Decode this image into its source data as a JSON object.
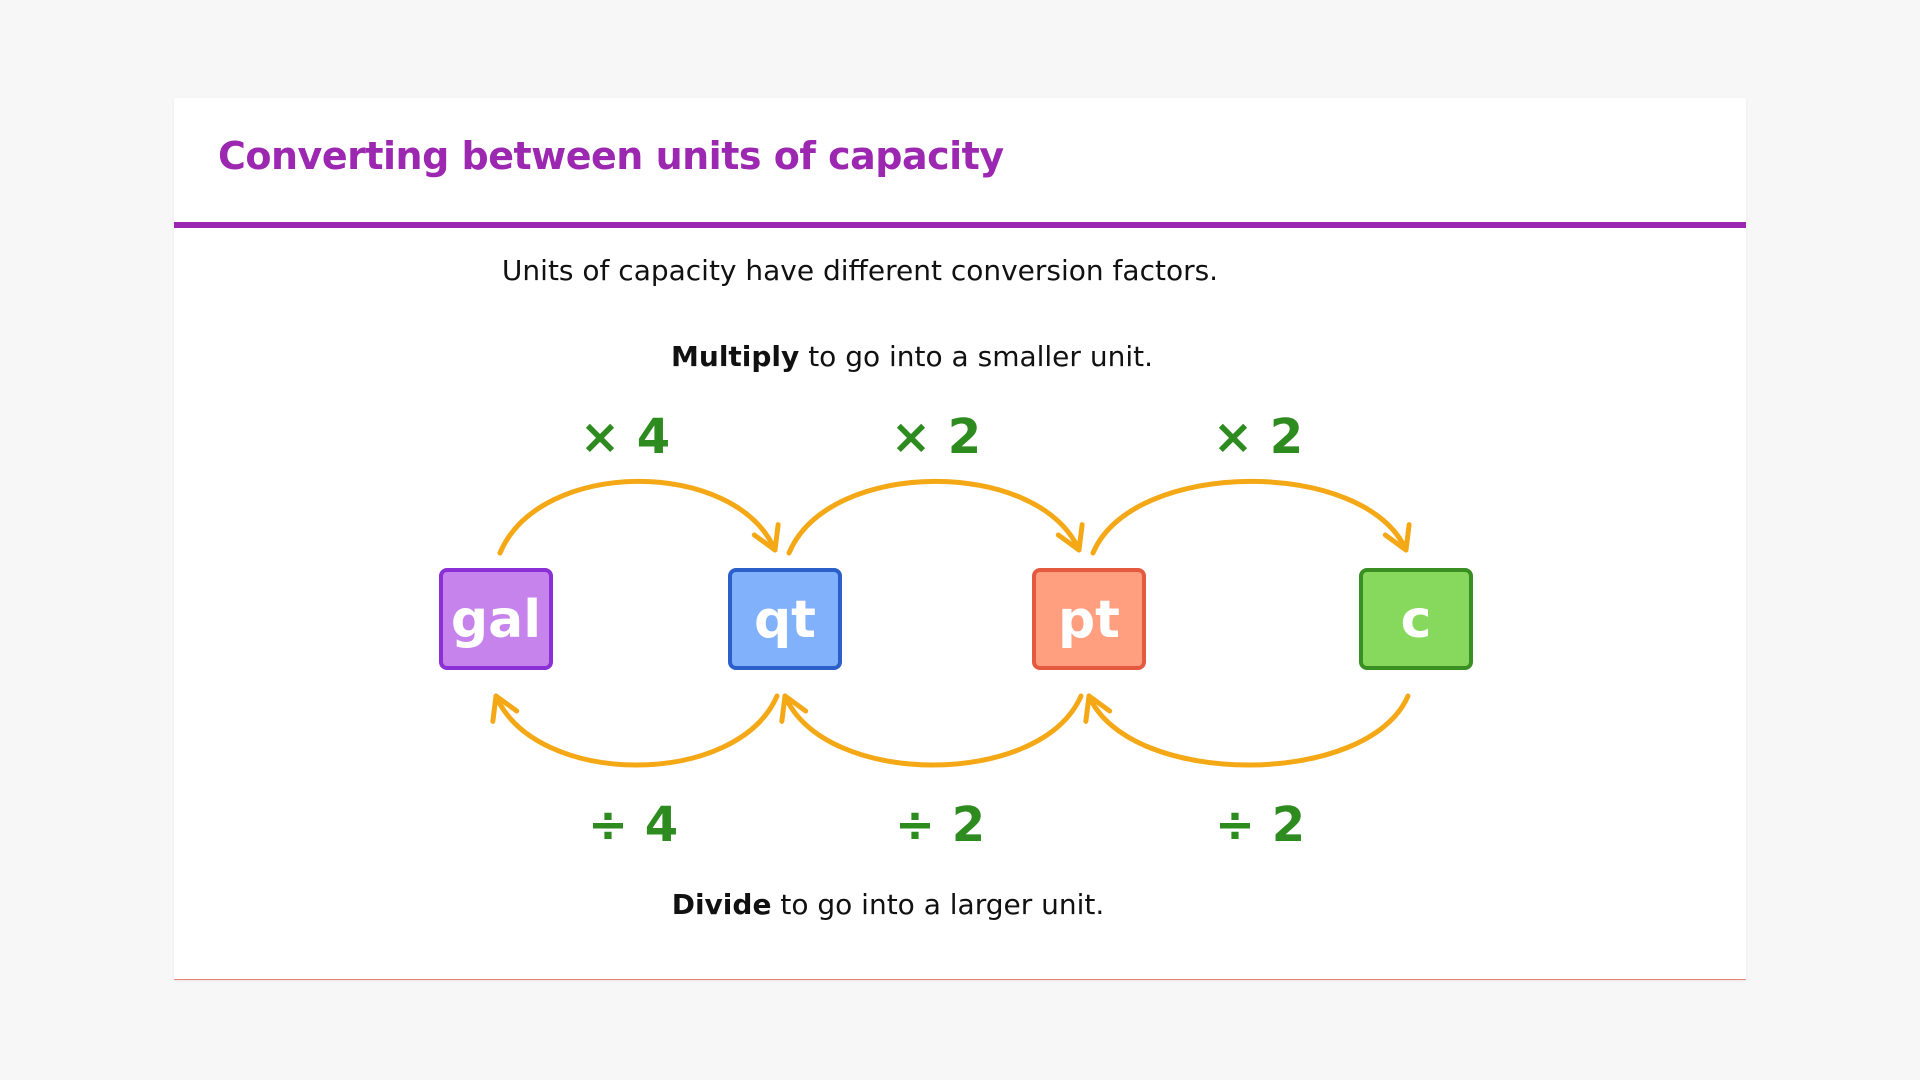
{
  "title": "Converting between units of capacity",
  "intro": "Units of capacity have different conversion factors.",
  "multiply_rule": {
    "bold": "Multiply",
    "rest": " to go into a smaller unit."
  },
  "divide_rule": {
    "bold": "Divide",
    "rest": " to go into a larger unit."
  },
  "units": [
    {
      "label": "gal",
      "fill": "#c683ec",
      "stroke": "#8b2fd6"
    },
    {
      "label": "qt",
      "fill": "#82b1fb",
      "stroke": "#2b5fc9"
    },
    {
      "label": "pt",
      "fill": "#ff9f80",
      "stroke": "#e55a3e"
    },
    {
      "label": "c",
      "fill": "#86d95c",
      "stroke": "#3a8f22"
    }
  ],
  "multiply_factors": [
    "× 4",
    "× 2",
    "× 2"
  ],
  "divide_factors": [
    "÷ 4",
    "÷ 2",
    "÷ 2"
  ],
  "colors": {
    "title": "#9c27b0",
    "title_rule": "#9c27b0",
    "bottom_rule": "#e88080",
    "arrow": "#f5a815",
    "factor_text": "#2e8b1f"
  }
}
